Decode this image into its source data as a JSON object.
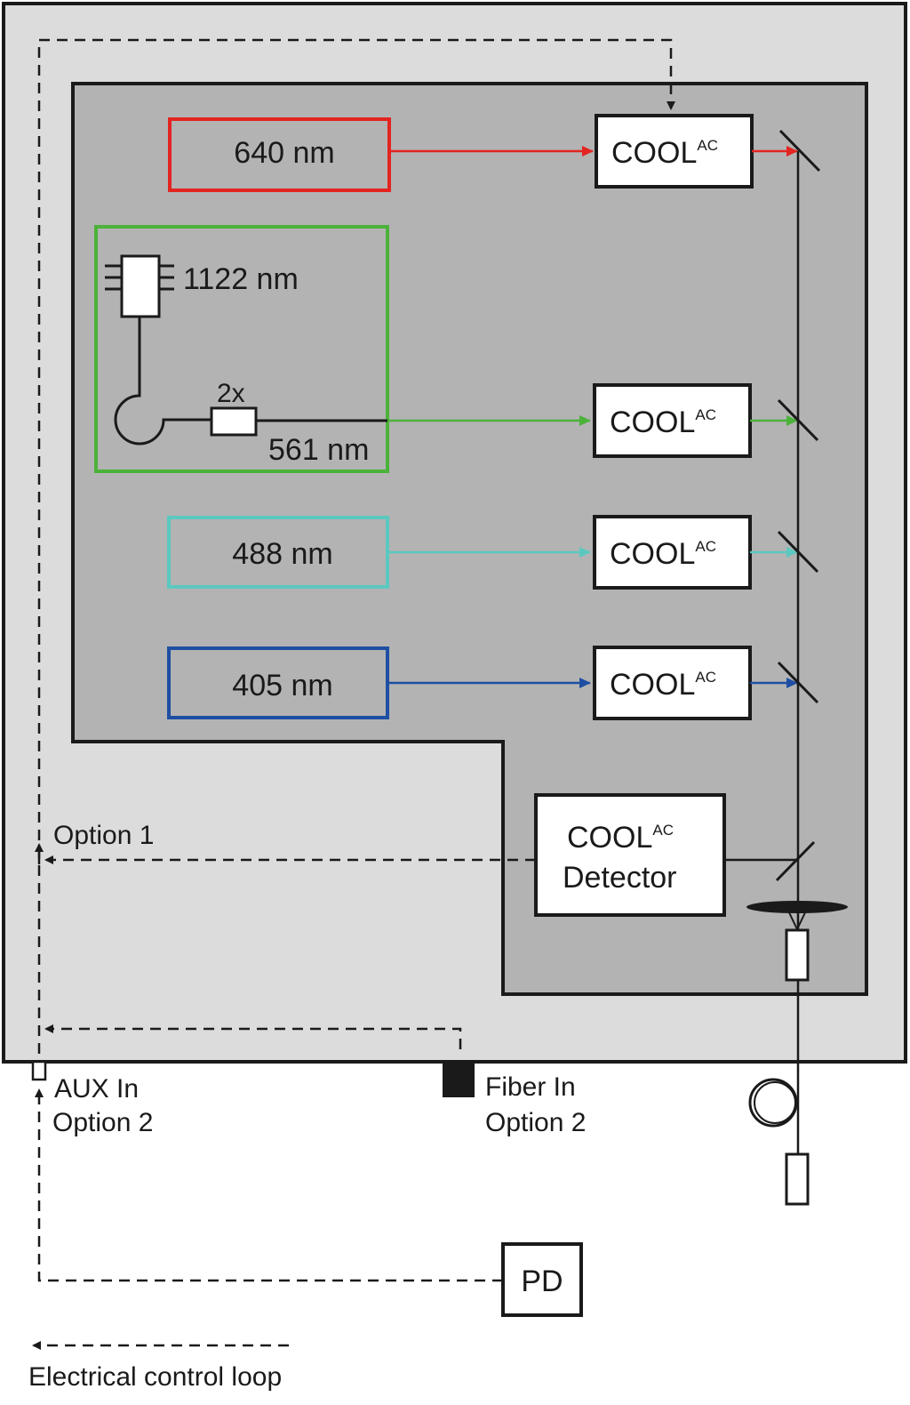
{
  "colors": {
    "outer_panel": "#dcdcdc",
    "inner_panel": "#b3b3b3",
    "laser_640": "#e32420",
    "laser_561": "#4bb23a",
    "laser_488": "#5bc8c0",
    "laser_405": "#1f4fa3",
    "line": "#1a1a1a"
  },
  "lasers": {
    "l640": "640 nm",
    "l1122": "1122 nm",
    "l561": "561 nm",
    "doubler": "2x",
    "l488": "488 nm",
    "l405": "405 nm"
  },
  "modulator": {
    "base": "COOL",
    "sup": "AC"
  },
  "detector": {
    "base": "COOL",
    "sup": "AC",
    "line2": "Detector"
  },
  "labels": {
    "option1": "Option 1",
    "aux_in": "AUX In",
    "aux_option": "Option 2",
    "fiber_in": "Fiber In",
    "fiber_option": "Option 2",
    "pd": "PD"
  },
  "legend": {
    "text": "Electrical control loop"
  }
}
